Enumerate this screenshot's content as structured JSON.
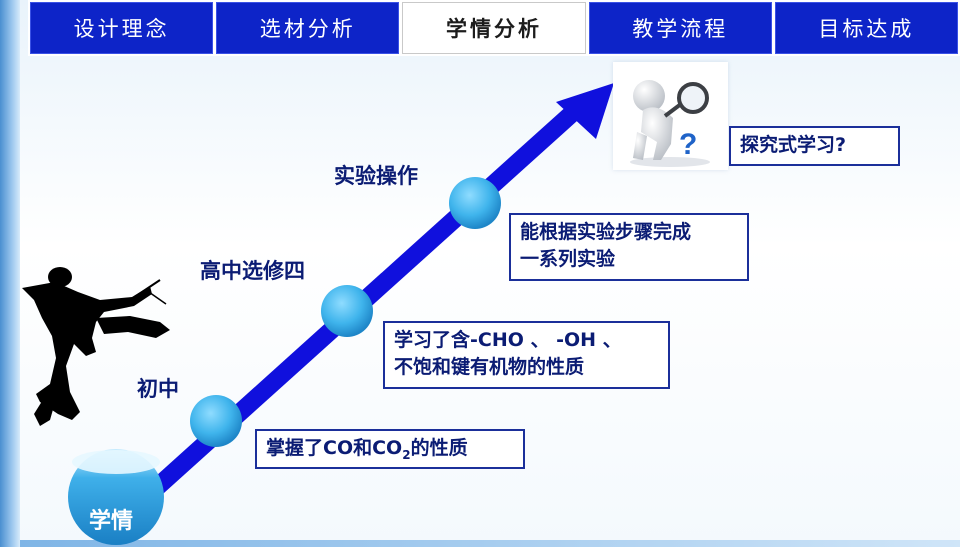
{
  "nav": {
    "tabs": [
      {
        "label": "设计理念",
        "active": false
      },
      {
        "label": "选材分析",
        "active": false
      },
      {
        "label": "学情分析",
        "active": true
      },
      {
        "label": "教学流程",
        "active": false
      },
      {
        "label": "目标达成",
        "active": false
      }
    ]
  },
  "diagram": {
    "base_label": "学情",
    "stages": [
      {
        "label": "初中",
        "description": [
          "掌握了CO和CO",
          "2",
          "的性质"
        ]
      },
      {
        "label": "高中选修四",
        "description": [
          "学习了含-CHO 、 -OH 、",
          "不饱和键有机物的性质"
        ]
      },
      {
        "label": "实验操作",
        "description": [
          "能根据实验步骤完成",
          "一系列实验"
        ]
      }
    ],
    "goal": "探究式学习?"
  },
  "colors": {
    "tab_bg": "#0d24c8",
    "arrow": "#1010dd",
    "node": "#3fb4ec",
    "label_text": "#0b1c74",
    "box_border": "#1b2f9a"
  },
  "icons": {
    "jumper": "silhouette-jumper-icon",
    "thinker": "magnifier-figure-icon",
    "question": "question-mark-icon"
  }
}
